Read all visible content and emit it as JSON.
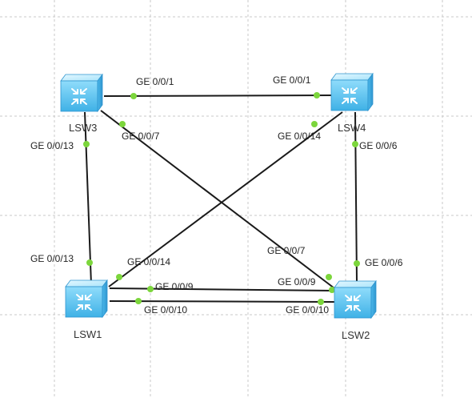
{
  "colors": {
    "background": "#ffffff",
    "grid": "#c9c9c9",
    "link": "#1a1a1a",
    "port_dot": "#7cd63c",
    "switch_body": "#5ec4f0",
    "switch_top": "#b9ecff"
  },
  "devices": [
    {
      "id": "lsw3",
      "label": "LSW3",
      "icon": "switch-icon"
    },
    {
      "id": "lsw4",
      "label": "LSW4",
      "icon": "switch-icon"
    },
    {
      "id": "lsw1",
      "label": "LSW1",
      "icon": "switch-icon"
    },
    {
      "id": "lsw2",
      "label": "LSW2",
      "icon": "switch-icon"
    }
  ],
  "links": [
    {
      "id": "lsw3-lsw4",
      "from": "lsw3",
      "to": "lsw4",
      "from_port": "GE 0/0/1",
      "to_port": "GE 0/0/1"
    },
    {
      "id": "lsw3-lsw1",
      "from": "lsw3",
      "to": "lsw1",
      "from_port": "GE 0/0/13",
      "to_port": "GE 0/0/13"
    },
    {
      "id": "lsw3-lsw2",
      "from": "lsw3",
      "to": "lsw2",
      "from_port": "GE 0/0/7",
      "to_port": "GE 0/0/7"
    },
    {
      "id": "lsw4-lsw1",
      "from": "lsw4",
      "to": "lsw1",
      "from_port": "GE 0/0/14",
      "to_port": "GE 0/0/14"
    },
    {
      "id": "lsw4-lsw2",
      "from": "lsw4",
      "to": "lsw2",
      "from_port": "GE 0/0/6",
      "to_port": "GE 0/0/6"
    },
    {
      "id": "lsw1-lsw2-a",
      "from": "lsw1",
      "to": "lsw2",
      "from_port": "GE 0/0/9",
      "to_port": "GE 0/0/9"
    },
    {
      "id": "lsw1-lsw2-b",
      "from": "lsw1",
      "to": "lsw2",
      "from_port": "GE 0/0/10",
      "to_port": "GE 0/0/10"
    }
  ]
}
